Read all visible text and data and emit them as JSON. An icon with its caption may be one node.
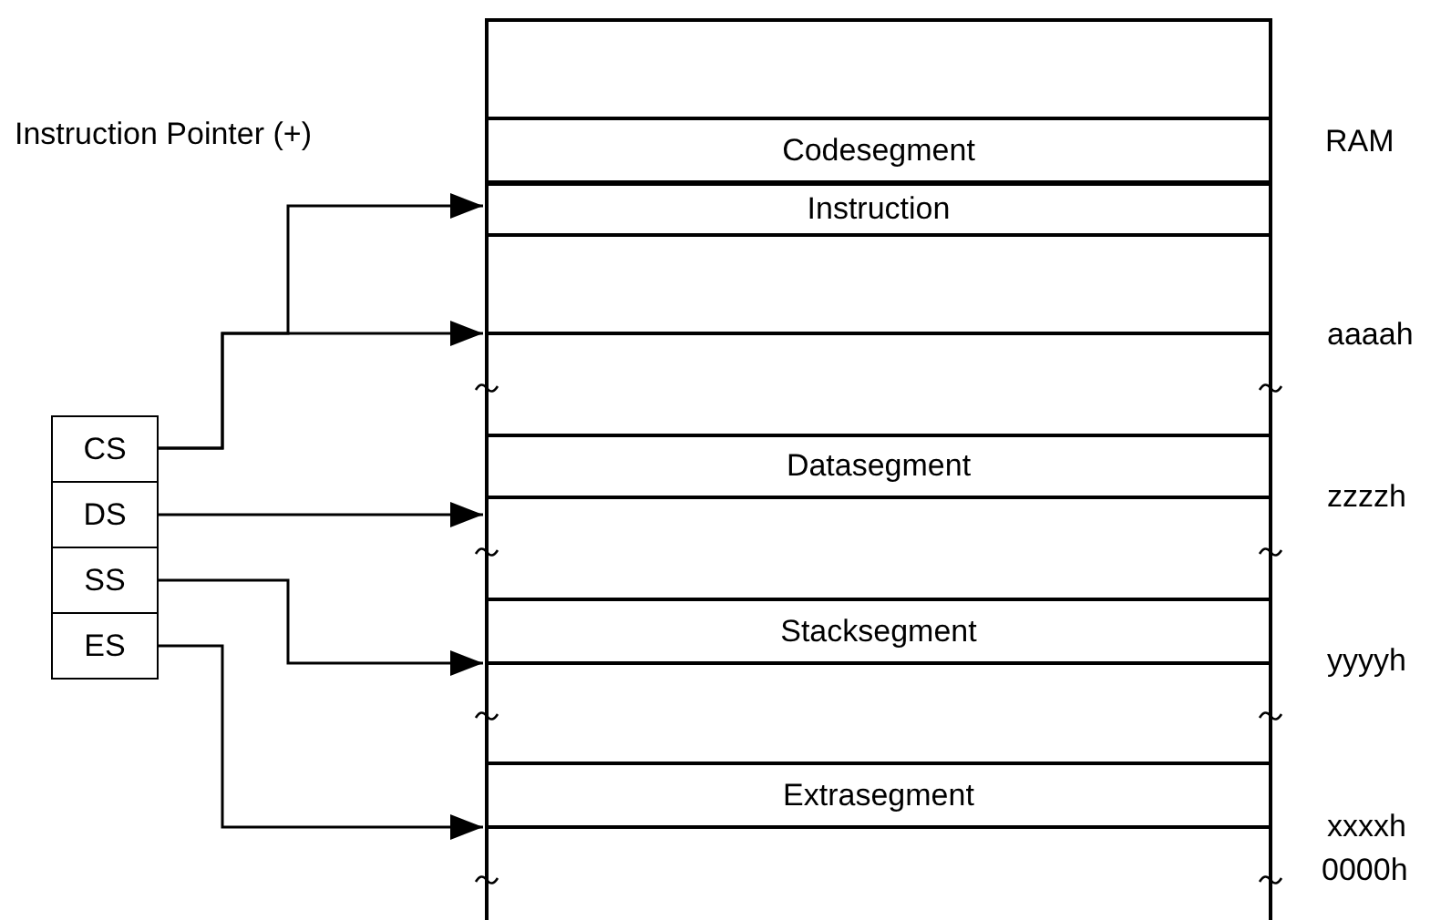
{
  "diagram": {
    "nodes": [
      {
        "text": [],
        "shape": "box"
      },
      {
        "text": [
          "Codesegment"
        ],
        "in": 0
      },
      {
        "text": [
          "Instruction"
        ],
        "in": 0
      },
      {
        "text": [
          "Datasegment"
        ],
        "in": 0
      },
      {
        "text": [
          "Stacksegment"
        ],
        "in": 0
      },
      {
        "text": [
          "Extrasegment"
        ],
        "in": 0
      },
      {
        "text": [
          "CS"
        ]
      },
      {
        "text": [
          "DS"
        ]
      },
      {
        "text": [
          "SS"
        ]
      },
      {
        "text": [
          "ES"
        ]
      }
    ],
    "edges": [
      {
        "from": 6,
        "to": 2,
        "arrow": "to"
      },
      {
        "from": 6,
        "to": 0,
        "arrow": "to"
      },
      {
        "from": 7,
        "to": 3,
        "arrow": "to"
      },
      {
        "from": 8,
        "to": 4,
        "arrow": "to"
      },
      {
        "from": 9,
        "to": 5,
        "arrow": "to"
      }
    ],
    "labels": [
      "Instruction Pointer (+)",
      "RAM",
      "aaaah",
      "zzzzh",
      "yyyyh",
      "xxxxh",
      "0000h"
    ]
  }
}
